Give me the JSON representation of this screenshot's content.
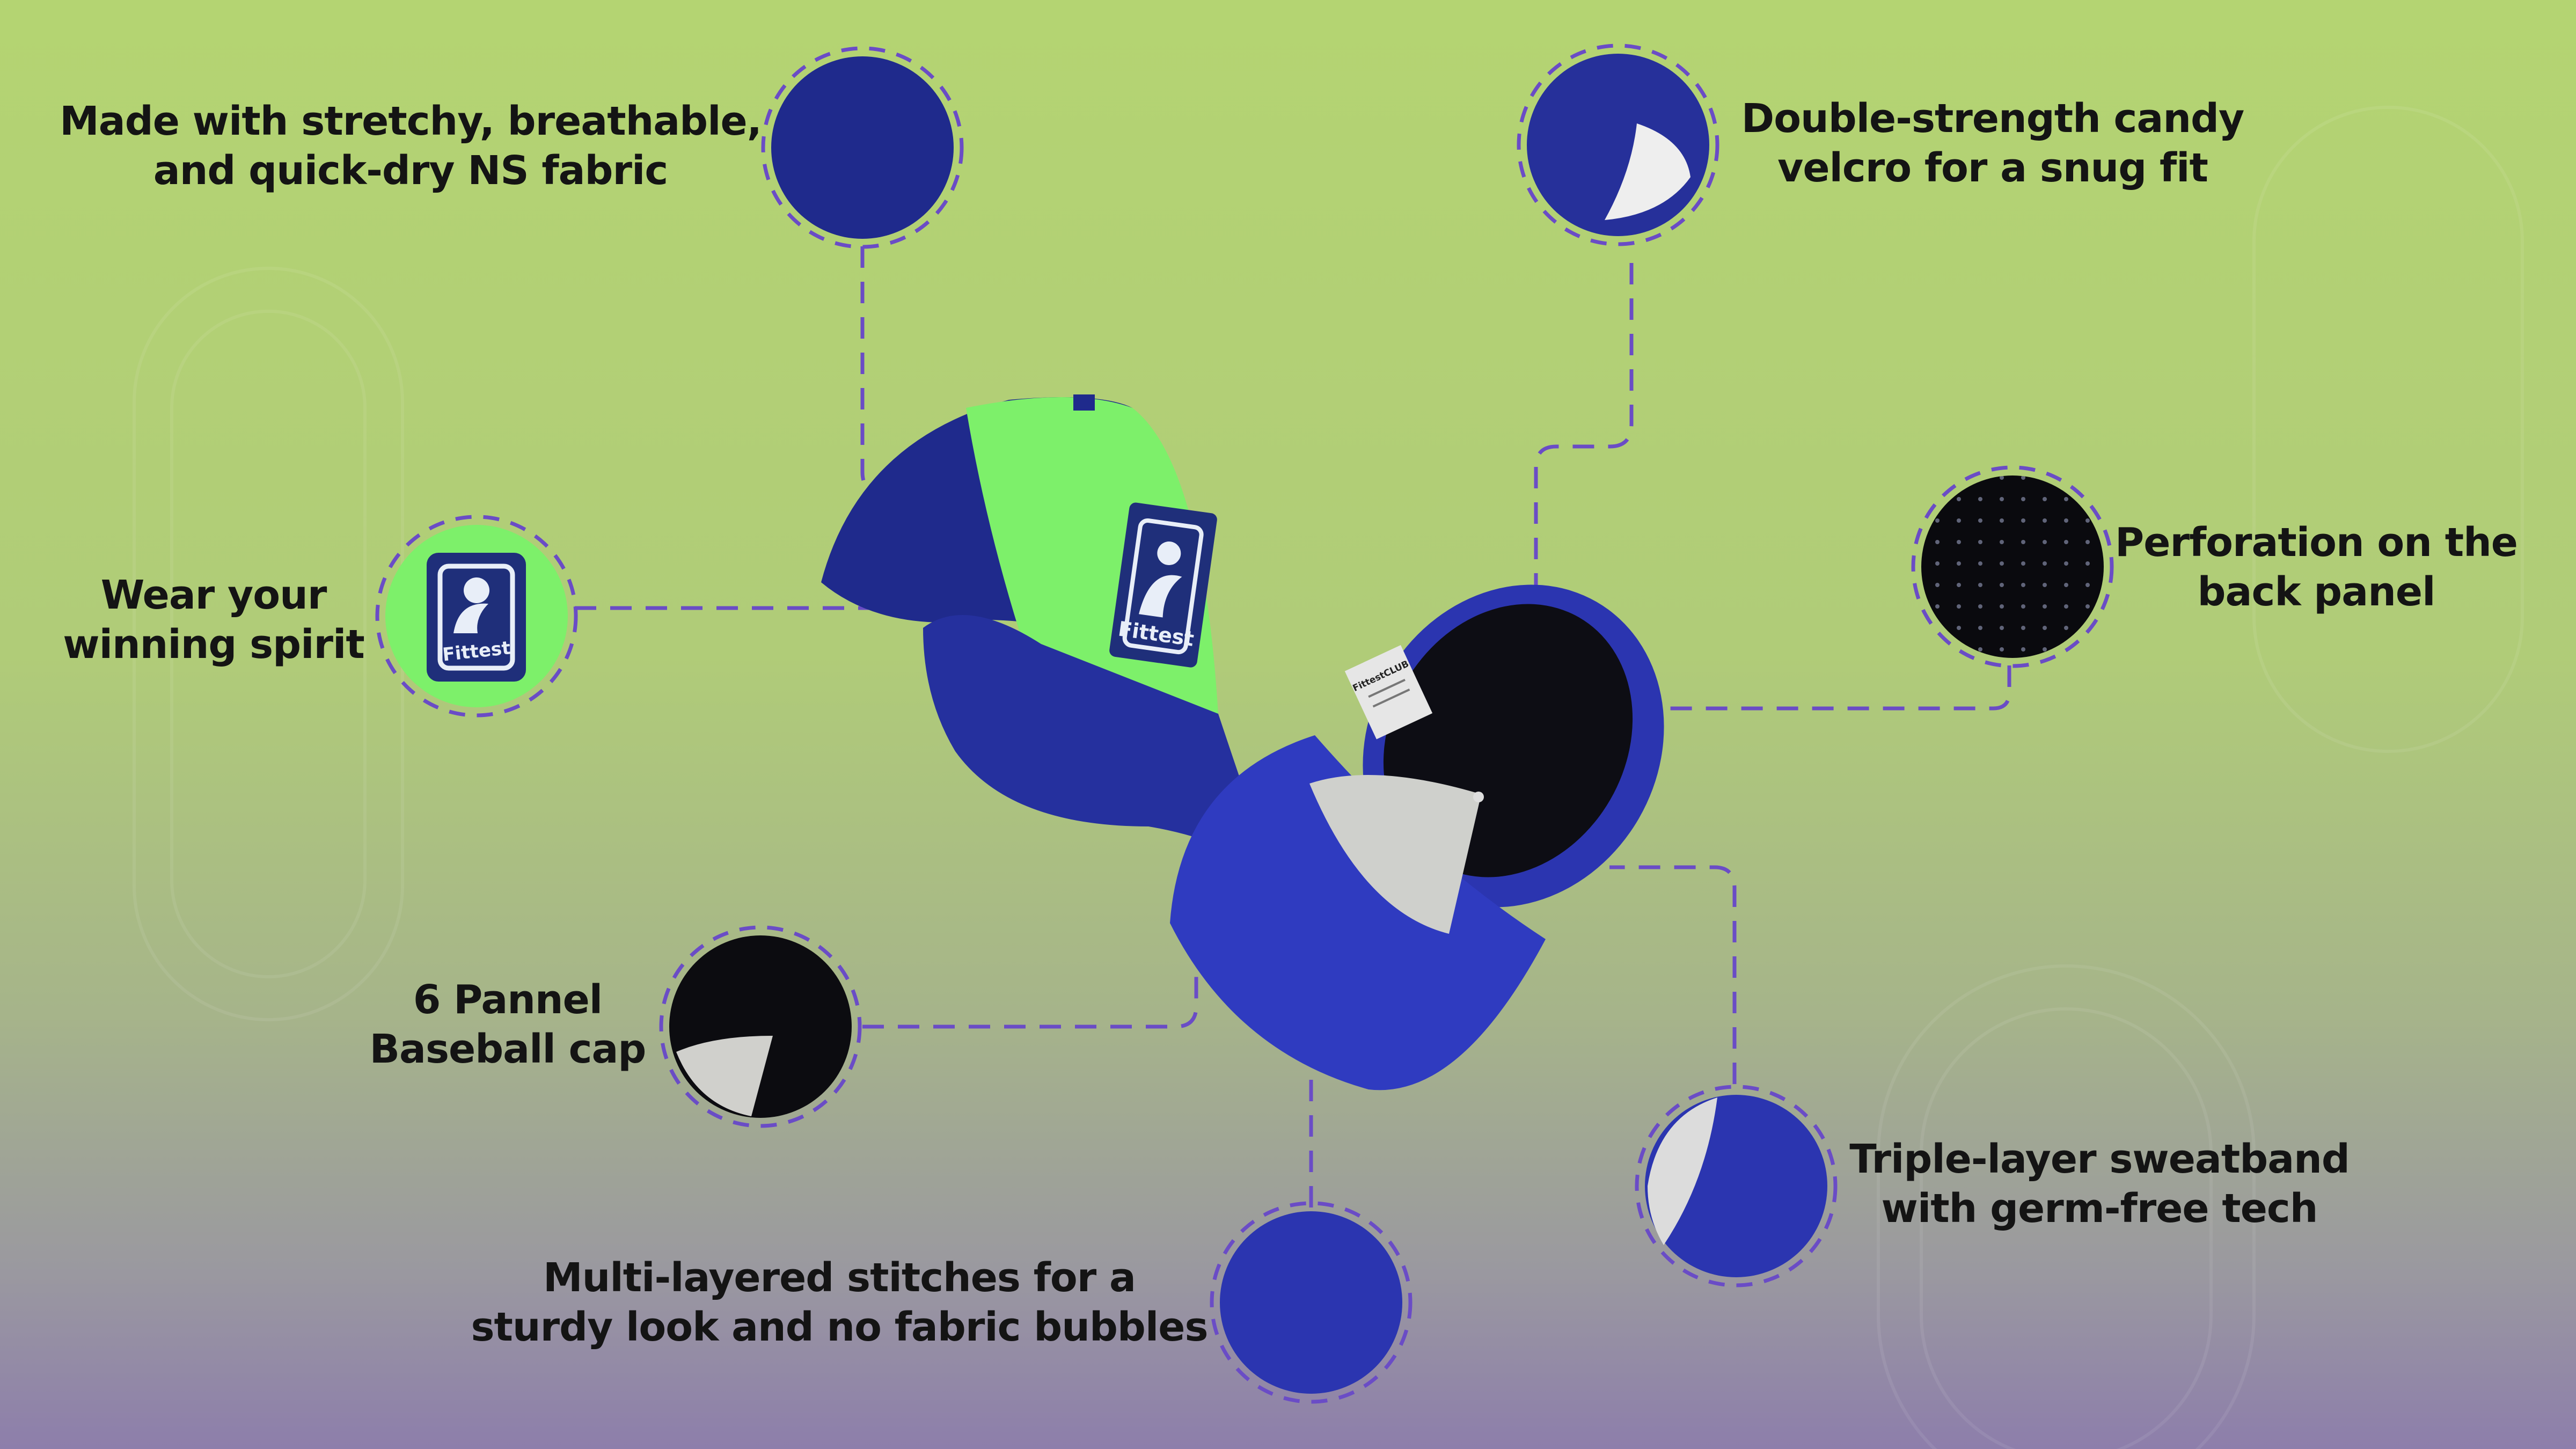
{
  "colors": {
    "background_top": "#b4d472",
    "background_bottom": "#8d7eab",
    "connector": "#6a4cc6",
    "cap_navy": "#1f2a8c",
    "cap_royal": "#2b35b0",
    "cap_lime": "#7df06a",
    "text": "#141414"
  },
  "features": [
    {
      "id": "fabric",
      "lines": [
        "Made with stretchy, breathable,",
        "and quick-dry NS fabric"
      ]
    },
    {
      "id": "velcro",
      "lines": [
        "Double-strength candy",
        "velcro for a snug fit"
      ]
    },
    {
      "id": "perforation",
      "lines": [
        "Perforation on the",
        "back panel"
      ]
    },
    {
      "id": "logo",
      "lines": [
        "Wear your",
        "winning spirit"
      ]
    },
    {
      "id": "panels",
      "lines": [
        "6 Pannel",
        "Baseball cap"
      ]
    },
    {
      "id": "stitches",
      "lines": [
        "Multi-layered stitches for a",
        "sturdy look and no fabric bubbles"
      ]
    },
    {
      "id": "sweatband",
      "lines": [
        "Triple-layer sweatband",
        "with germ-free tech"
      ]
    }
  ],
  "brand": {
    "patch_text": "Fittest",
    "label_text": "FittestCLUB"
  }
}
